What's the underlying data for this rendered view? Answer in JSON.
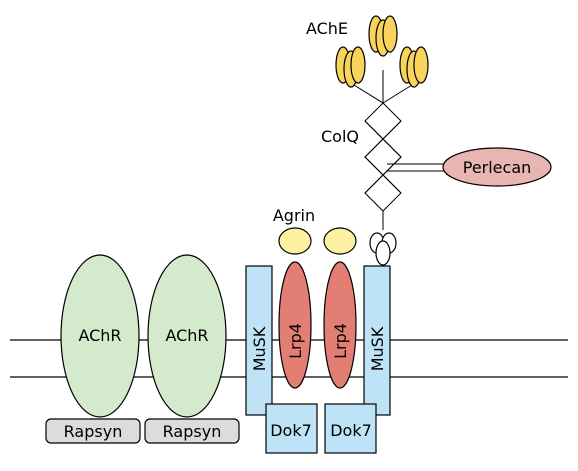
{
  "labels": {
    "ache": "AChE",
    "colq": "ColQ",
    "perlecan": "Perlecan",
    "agrin": "Agrin",
    "achr_1": "AChR",
    "achr_2": "AChR",
    "musk_left": "MuSK",
    "musk_right": "MuSK",
    "lrp4_1": "Lrp4",
    "lrp4_2": "Lrp4",
    "rapsyn_1": "Rapsyn",
    "rapsyn_2": "Rapsyn",
    "dok7_1": "Dok7",
    "dok7_2": "Dok7"
  },
  "colors": {
    "ache": "#f9d45c",
    "perlecan": "#e8b5b3",
    "agrin": "#fbf1a1",
    "achr": "#d3eacc",
    "musk": "#bfe3f6",
    "lrp4": "#e37e75",
    "rapsyn": "#dcdcdc",
    "dok7": "#bfe3f6",
    "stroke": "#000000"
  }
}
